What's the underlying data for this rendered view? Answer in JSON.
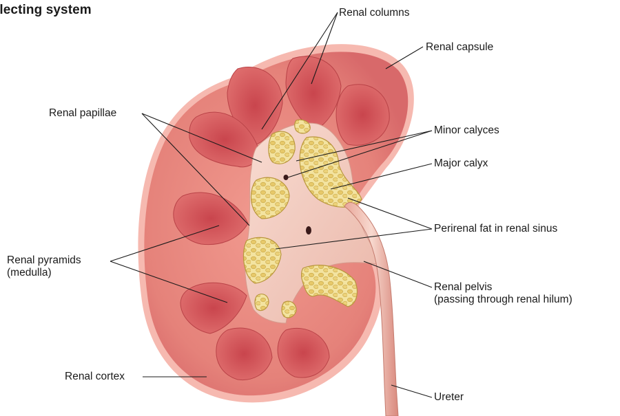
{
  "title": "llecting system",
  "labels": {
    "renal_columns": "Renal columns",
    "renal_capsule": "Renal capsule",
    "renal_papillae": "Renal papillae",
    "minor_calyces": "Minor calyces",
    "major_calyx": "Major calyx",
    "perirenal_fat": "Perirenal fat in renal sinus",
    "renal_pyramids_line1": "Renal pyramids",
    "renal_pyramids_line2": "(medulla)",
    "renal_pelvis_line1": "Renal pelvis",
    "renal_pelvis_line2": "(passing through renal hilum)",
    "renal_cortex": "Renal cortex",
    "ureter": "Ureter"
  },
  "colors": {
    "cortex": "#e8847c",
    "capsule": "#f4b3aa",
    "pyramid": "#d75b5f",
    "sinus": "#f3cfc4",
    "fat": "#f1de8f",
    "leader": "#1a1a1a"
  }
}
